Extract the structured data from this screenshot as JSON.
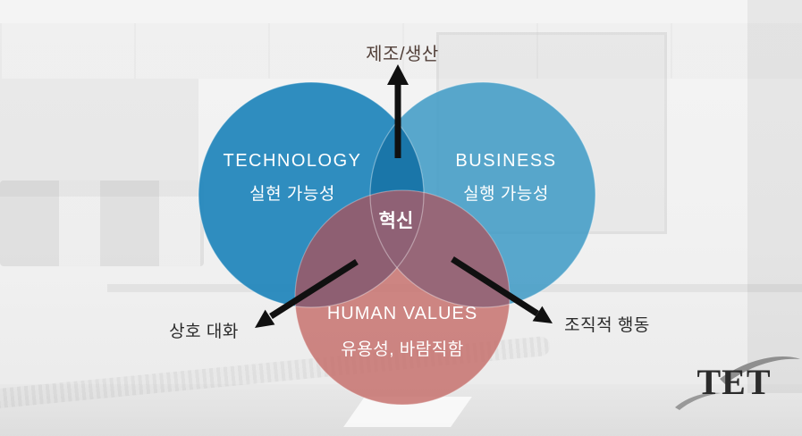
{
  "venn": {
    "center_label": "혁신",
    "circles": {
      "technology": {
        "title": "TECHNOLOGY",
        "subtitle": "실현 가능성",
        "color": "#1e84bb"
      },
      "business": {
        "title": "BUSINESS",
        "subtitle": "실행 가능성",
        "color": "#429cc6"
      },
      "human_values": {
        "title": "HUMAN VALUES",
        "subtitle": "유용성, 바람직함",
        "color": "#c6706c"
      }
    },
    "overlaps": {
      "tech_business": "#1a76a8",
      "tech_human": "#8c5e72",
      "business_human": "#966678",
      "all": "#8f6175"
    }
  },
  "callouts": {
    "top": {
      "label": "제조/생산",
      "color": "#513f38"
    },
    "bottom_left": {
      "label": "상호 대화",
      "color": "#2b2b2b"
    },
    "bottom_right": {
      "label": "조직적 행동",
      "color": "#2b2b2b"
    }
  },
  "arrow_color": "#101010",
  "logo": {
    "text": "TET",
    "text_color": "#2b2b2b",
    "swoosh_color": "#8f8f8f"
  }
}
